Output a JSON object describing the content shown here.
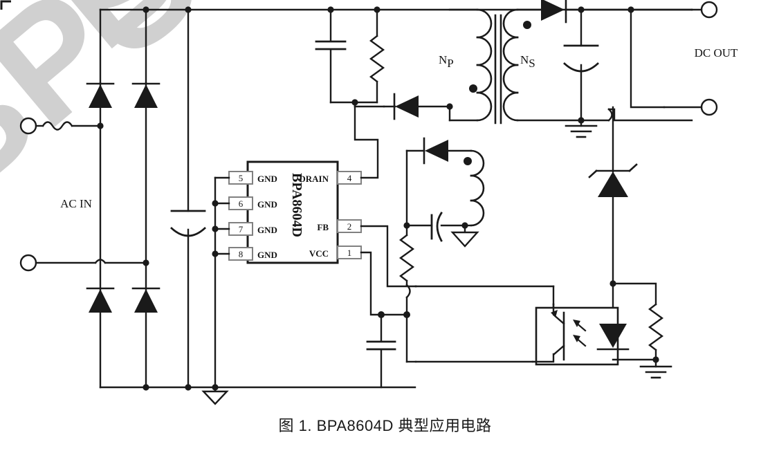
{
  "figure": {
    "caption": "图 1. BPA8604D 典型应用电路",
    "watermark": "BPS"
  },
  "labels": {
    "ac_in": "AC IN",
    "dc_out": "DC OUT",
    "np": "N",
    "np_sub": "P",
    "ns": "N",
    "ns_sub": "S",
    "part_number": "BPA8604D"
  },
  "ic": {
    "name": "BPA8604D",
    "left_pins": [
      {
        "number": "5",
        "label": "GND"
      },
      {
        "number": "6",
        "label": "GND"
      },
      {
        "number": "7",
        "label": "GND"
      },
      {
        "number": "8",
        "label": "GND"
      }
    ],
    "right_pins": [
      {
        "number": "4",
        "label": "DRAIN"
      },
      {
        "number": "2",
        "label": "FB"
      },
      {
        "number": "1",
        "label": "VCC"
      }
    ]
  },
  "components": {
    "fuse": "fuse",
    "bridge_diodes": 4,
    "bulk_capacitor": "electrolytic",
    "snubber_capacitor": "ceramic",
    "snubber_resistor": "resistor",
    "snubber_diode": "diode",
    "aux_diode": "diode",
    "aux_capacitor": "ceramic",
    "vcc_resistor": "resistor",
    "vcc_capacitor": "ceramic",
    "secondary_diode": "diode",
    "output_capacitor": "electrolytic",
    "tvs_diode": "zener",
    "optocoupler": "optocoupler",
    "bias_resistor": "resistor"
  },
  "colors": {
    "wire": "#1a1a1a",
    "fill": "#1a1a1a",
    "pin_box_border": "#808080",
    "watermark": "#cfcfcf",
    "background": "#ffffff"
  }
}
